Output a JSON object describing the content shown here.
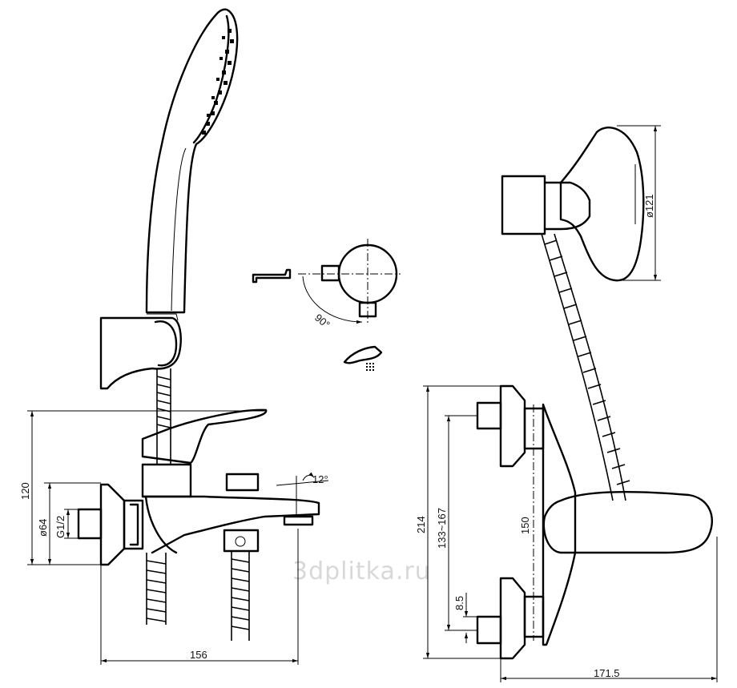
{
  "watermark": "3dplitka.ru",
  "dimensions": {
    "left_width": "156",
    "left_height": "120",
    "flange_diameter": "ø64",
    "thread": "G1/2",
    "spout_angle": "12°",
    "rotation_angle": "90°",
    "right_width": "171.5",
    "right_height": "214",
    "center_distance_range": "133~167",
    "center_distance": "150",
    "offset": "8.5",
    "shower_head_diameter": "ø121"
  }
}
